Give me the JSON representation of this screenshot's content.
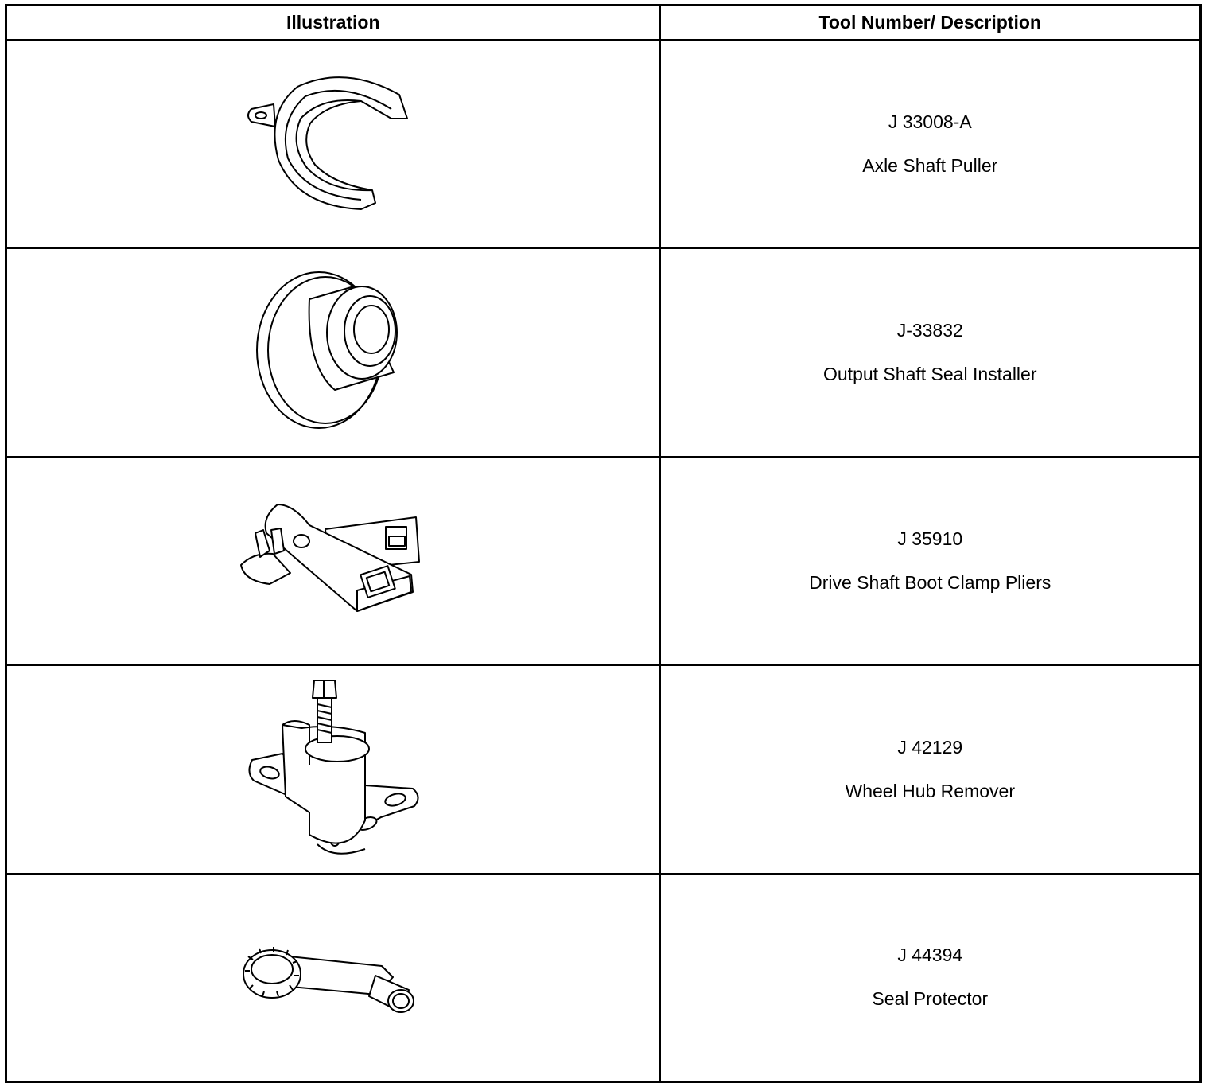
{
  "table": {
    "headers": {
      "illustration": "Illustration",
      "tool": "Tool Number/ Description"
    },
    "rows": [
      {
        "number": "J 33008-A",
        "description": "Axle Shaft Puller",
        "icon": "axle-shaft-puller-icon"
      },
      {
        "number": "J-33832",
        "description": "Output Shaft Seal Installer",
        "icon": "seal-installer-icon"
      },
      {
        "number": "J 35910",
        "description": "Drive Shaft Boot Clamp Pliers",
        "icon": "clamp-pliers-icon"
      },
      {
        "number": "J 42129",
        "description": "Wheel Hub Remover",
        "icon": "hub-remover-icon"
      },
      {
        "number": "J 44394",
        "description": "Seal Protector",
        "icon": "seal-protector-icon"
      }
    ]
  }
}
